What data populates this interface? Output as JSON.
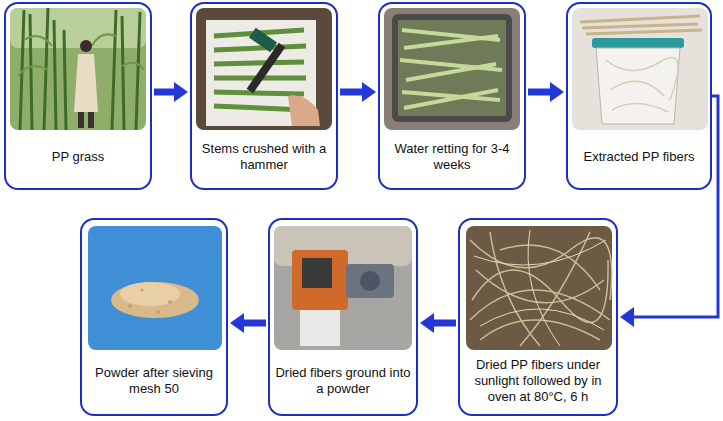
{
  "diagram": {
    "nodes": [
      {
        "text": [
          "PP grass"
        ]
      },
      {
        "text": [
          "Stems crushed with a hammer"
        ]
      },
      {
        "text": [
          "Water retting for 3-4 weeks"
        ]
      },
      {
        "text": [
          "Extracted PP fibers"
        ]
      },
      {
        "text": [
          "Dried PP fibers under sunlight followed by in oven at 80°C, 6 h"
        ]
      },
      {
        "text": [
          "Dried fibers ground into a powder"
        ]
      },
      {
        "text": [
          "Powder after sieving mesh 50"
        ]
      }
    ],
    "edges": [
      {
        "from": 0,
        "to": 1,
        "arrow": "to"
      },
      {
        "from": 1,
        "to": 2,
        "arrow": "to"
      },
      {
        "from": 2,
        "to": 3,
        "arrow": "to"
      },
      {
        "from": 3,
        "to": 4,
        "arrow": "to"
      },
      {
        "from": 4,
        "to": 5,
        "arrow": "to"
      },
      {
        "from": 5,
        "to": 6,
        "arrow": "to"
      }
    ]
  }
}
